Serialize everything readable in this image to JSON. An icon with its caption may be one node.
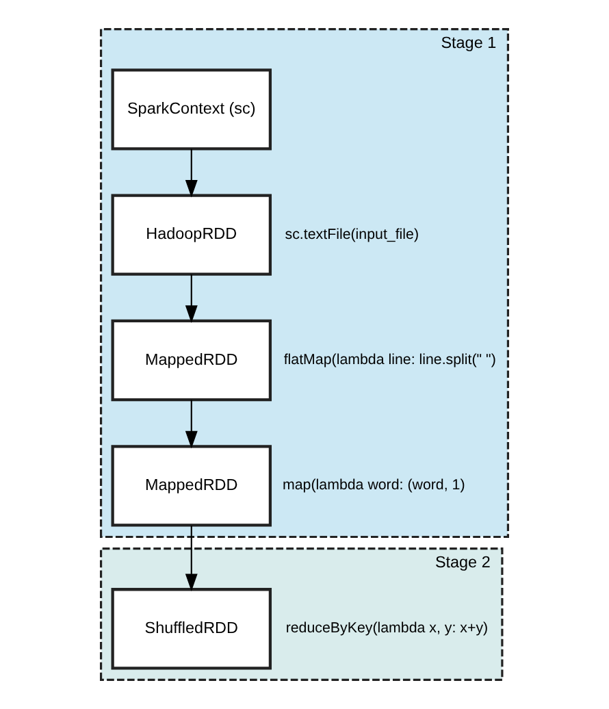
{
  "diagram": {
    "nodes": [
      {
        "text": [
          "Stage 1"
        ]
      },
      {
        "text": [
          "SparkContext (sc)"
        ],
        "in": 0
      },
      {
        "text": [
          "HadoopRDD"
        ],
        "in": 0,
        "beside": [
          "sc.textFile(input_file)"
        ]
      },
      {
        "text": [
          "MappedRDD"
        ],
        "in": 0,
        "beside": [
          "flatMap(lambda line: line.split(\" \")"
        ]
      },
      {
        "text": [
          "MappedRDD"
        ],
        "in": 0,
        "beside": [
          "map(lambda word: (word, 1)"
        ]
      },
      {
        "text": [
          "Stage 2"
        ]
      },
      {
        "text": [
          "ShuffledRDD"
        ],
        "in": 5,
        "beside": [
          "reduceByKey(lambda x, y: x+y)"
        ]
      }
    ],
    "edges": [
      {
        "from": 1,
        "to": 2,
        "arrow": "to"
      },
      {
        "from": 2,
        "to": 3,
        "arrow": "to"
      },
      {
        "from": 3,
        "to": 4,
        "arrow": "to"
      },
      {
        "from": 4,
        "to": 6,
        "arrow": "to"
      }
    ]
  }
}
